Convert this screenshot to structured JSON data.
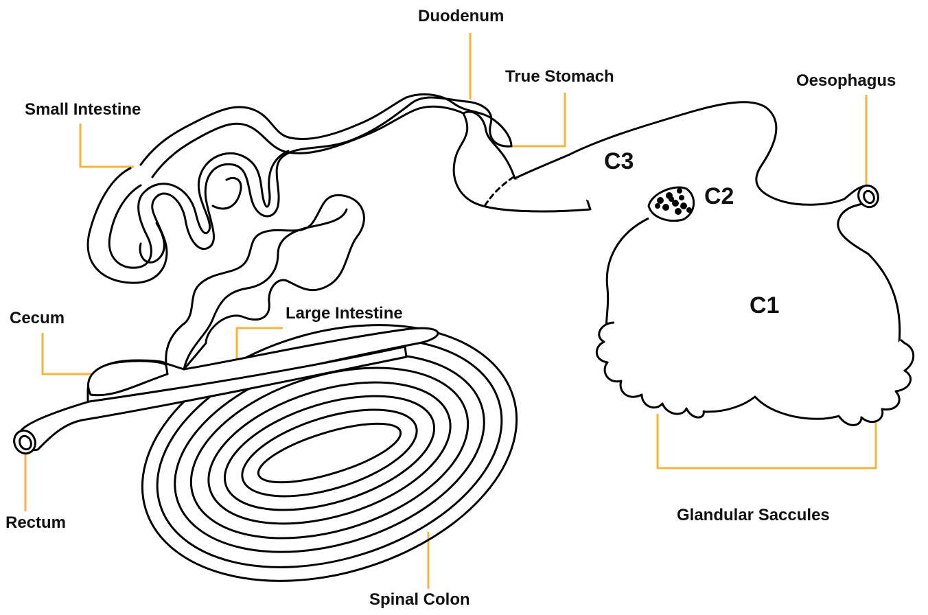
{
  "diagram": {
    "labels": {
      "duodenum": "Duodenum",
      "true_stomach": "True Stomach",
      "oesophagus": "Oesophagus",
      "small_intestine": "Small Intestine",
      "cecum": "Cecum",
      "large_intestine": "Large Intestine",
      "rectum": "Rectum",
      "spinal_colon": "Spinal Colon",
      "glandular_saccules": "Glandular Saccules"
    },
    "chambers": {
      "c1": "C1",
      "c2": "C2",
      "c3": "C3"
    },
    "colors": {
      "leader": "#f4b43c",
      "outline": "#000000"
    }
  }
}
